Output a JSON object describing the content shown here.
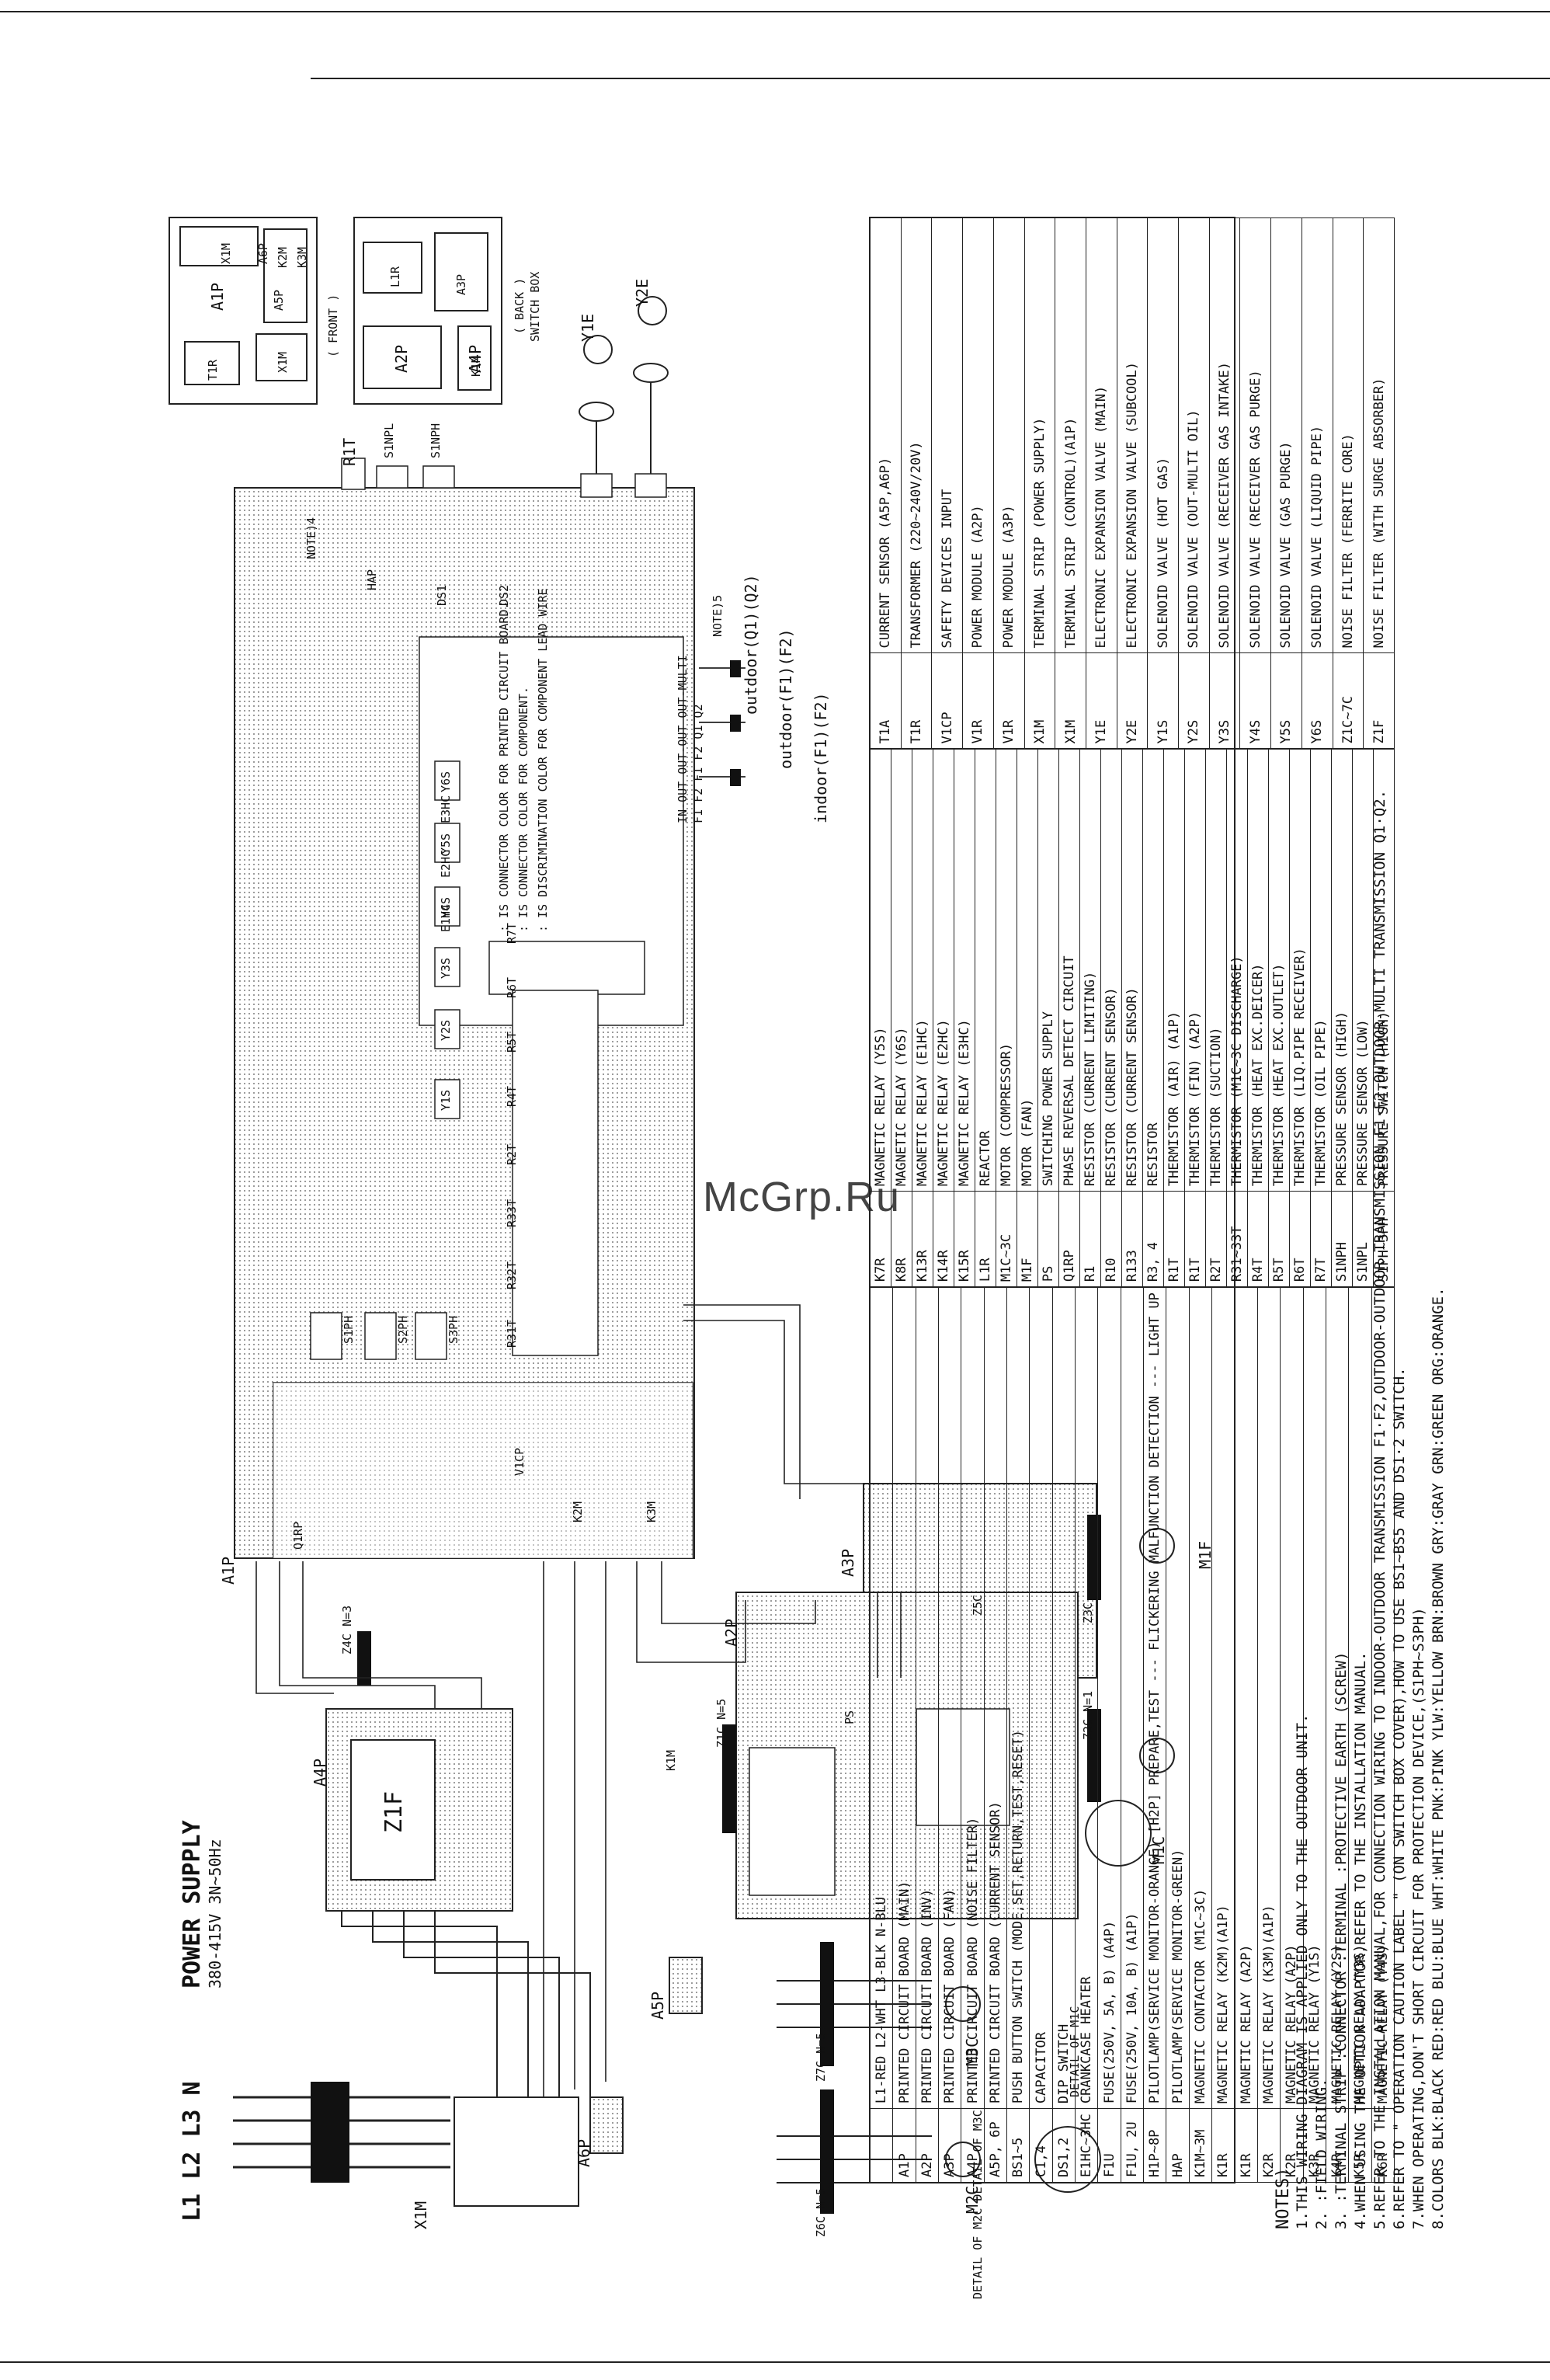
{
  "watermark": "McGrp.Ru",
  "supply": {
    "title": "POWER SUPPLY",
    "spec": "380-415V 3N~50Hz",
    "lines": "L1 L2 L3 N"
  },
  "labels": {
    "a1p": "A1P",
    "a2p": "A2P",
    "a3p": "A3P",
    "a4p": "A4P",
    "a5p": "A5P",
    "a6p": "A6P",
    "z1f": "Z1F",
    "x1m": "X1M",
    "mtf": "M1F",
    "mtc": "M1C",
    "m2c": "M2C",
    "m3c": "M3C",
    "y1e": "Y1E",
    "y2e": "Y2E",
    "r1t": "R1T",
    "s1npl": "S1NPL",
    "s1nph": "S1NPH",
    "ds1": "DS1",
    "ds2": "DS2",
    "k1m": "K1M",
    "k2m": "K2M",
    "k3m": "K3M",
    "q1rp": "Q1RP",
    "v1cp": "V1CP",
    "ps": "PS",
    "hap": "HAP",
    "z4c": "Z4C N=3",
    "z5c": "Z5C",
    "z6c": "Z6C N=5",
    "z7c": "Z7C N=5",
    "z1c": "Z1C N=5",
    "z2c": "Z2C N=1",
    "z3c": "Z3C",
    "indoor": "indoor(F1)(F2)",
    "outdoor1": "outdoor(F1)(F2)",
    "outdoor2": "outdoor(Q1)(Q2)",
    "note4": "NOTE)4",
    "note5": "NOTE)5",
    "x1m_terms": "IN-OUT OUT-OUT OUT-MULTI",
    "x1m_pins": "F1 F2 F1 F2 Q1 Q2",
    "front": "( FRONT )",
    "back": "( BACK )",
    "switchbox": "SWITCH BOX",
    "detail_m1c": "DETAIL OF M1C",
    "detail_m2c": "DETAIL OF M2C DETAIL OF M3C",
    "symbol_note1": ": IS CONNECTOR COLOR FOR PRINTED CIRCUIT BOARD.",
    "symbol_note2": ": IS CONNECTOR COLOR FOR COMPONENT.",
    "symbol_note3": ": IS DISCRIMINATION COLOR FOR COMPONENT LEAD WIRE",
    "wire_red": "RED",
    "wire_wht": "WHT",
    "wire_blk": "BLK",
    "wire_blu": "BLU"
  },
  "box_front": {
    "a1p": "A1P",
    "x1m_a": "X1M",
    "a5p": "A5P",
    "a6p": "A6P",
    "k2m": "K2M",
    "k3m": "K3M",
    "t1r": "T1R",
    "x1m_b": "X1M"
  },
  "box_back": {
    "l1r": "L1R",
    "a3p": "A3P",
    "k1m": "K1M",
    "a2p": "A2P",
    "a4p": "A4P"
  },
  "legend": {
    "header": [
      "L1-RED",
      "L2-WHT",
      "L3-BLK",
      "N-BLU"
    ],
    "col1": [
      [
        "A1P",
        "PRINTED CIRCUIT BOARD (MAIN)"
      ],
      [
        "A2P",
        "PRINTED CIRCUIT BOARD (INV)"
      ],
      [
        "A3P",
        "PRINTED CIRCUIT BOARD (FAN)"
      ],
      [
        "A4P",
        "PRINTED CIRCUIT BOARD (NOISE FILTER)"
      ],
      [
        "A5P, 6P",
        "PRINTED CIRCUIT BOARD (CURRENT SENSOR)"
      ],
      [
        "BS1~5",
        "PUSH BUTTON SWITCH (MODE,SET,RETURN,TEST,RESET)"
      ],
      [
        "C1,4",
        "CAPACITOR"
      ],
      [
        "DS1,2",
        "DIP SWITCH"
      ],
      [
        "E1HC~3HC",
        "CRANKCASE HEATER"
      ],
      [
        "F1U",
        "FUSE(250V, 5A, B) (A4P)"
      ],
      [
        "F1U, 2U",
        "FUSE(250V, 10A, B) (A1P)"
      ],
      [
        "H1P~8P",
        "PILOTLAMP(SERVICE MONITOR-ORANGE) [H2P] PREPARE,TEST --- FLICKERING MALFUNCTION DETECTION --- LIGHT UP"
      ],
      [
        "HAP",
        "PILOTLAMP(SERVICE MONITOR-GREEN)"
      ],
      [
        "K1M~3M",
        "MAGNETIC CONTACTOR (M1C~3C)"
      ],
      [
        "K1R",
        "MAGNETIC RELAY (K2M)(A1P)"
      ],
      [
        "K1R",
        "MAGNETIC RELAY (A2P)"
      ],
      [
        "K2R",
        "MAGNETIC RELAY (K3M)(A1P)"
      ],
      [
        "K2R",
        "MAGNETIC RELAY (A2P)"
      ],
      [
        "K3R",
        "MAGNETIC RELAY (Y1S)"
      ],
      [
        "K4R",
        "MAGNETIC RELAY (Y2S)"
      ],
      [
        "K5R",
        "MAGNETIC RELAY (Y3S)"
      ],
      [
        "K6R",
        "MAGNETIC RELAY (Y4S)"
      ]
    ],
    "col2": [
      [
        "K7R",
        "MAGNETIC RELAY (Y5S)"
      ],
      [
        "K8R",
        "MAGNETIC RELAY (Y6S)"
      ],
      [
        "K13R",
        "MAGNETIC RELAY (E1HC)"
      ],
      [
        "K14R",
        "MAGNETIC RELAY (E2HC)"
      ],
      [
        "K15R",
        "MAGNETIC RELAY (E3HC)"
      ],
      [
        "L1R",
        "REACTOR"
      ],
      [
        "M1C~3C",
        "MOTOR (COMPRESSOR)"
      ],
      [
        "M1F",
        "MOTOR (FAN)"
      ],
      [
        "PS",
        "SWITCHING POWER SUPPLY"
      ],
      [
        "Q1RP",
        "PHASE REVERSAL DETECT CIRCUIT"
      ],
      [
        "R1",
        "RESISTOR (CURRENT LIMITING)"
      ],
      [
        "R10",
        "RESISTOR (CURRENT SENSOR)"
      ],
      [
        "R133",
        "RESISTOR (CURRENT SENSOR)"
      ],
      [
        "R3, 4",
        "RESISTOR"
      ],
      [
        "R1T",
        "THERMISTOR (AIR) (A1P)"
      ],
      [
        "R1T",
        "THERMISTOR (FIN) (A2P)"
      ],
      [
        "R2T",
        "THERMISTOR (SUCTION)"
      ],
      [
        "R31~33T",
        "THERMISTOR (M1C~3C DISCHARGE)"
      ],
      [
        "R4T",
        "THERMISTOR (HEAT EXC.DEICER)"
      ],
      [
        "R5T",
        "THERMISTOR (HEAT EXC.OUTLET)"
      ],
      [
        "R6T",
        "THERMISTOR (LIQ.PIPE RECEIVER)"
      ],
      [
        "R7T",
        "THERMISTOR (OIL PIPE)"
      ],
      [
        "S1NPH",
        "PRESSURE SENSOR (HIGH)"
      ],
      [
        "S1NPL",
        "PRESSURE SENSOR (LOW)"
      ],
      [
        "S1PH~3PH",
        "PRESSURE SWITCH (HIGH)"
      ]
    ],
    "col3": [
      [
        "T1A",
        "CURRENT SENSOR (A5P,A6P)"
      ],
      [
        "T1R",
        "TRANSFORMER (220~240V/20V)"
      ],
      [
        "V1CP",
        "SAFETY DEVICES INPUT"
      ],
      [
        "V1R",
        "POWER MODULE (A2P)"
      ],
      [
        "V1R",
        "POWER MODULE (A3P)"
      ],
      [
        "X1M",
        "TERMINAL STRIP (POWER SUPPLY)"
      ],
      [
        "X1M",
        "TERMINAL STRIP (CONTROL)(A1P)"
      ],
      [
        "Y1E",
        "ELECTRONIC EXPANSION VALVE (MAIN)"
      ],
      [
        "Y2E",
        "ELECTRONIC EXPANSION VALVE (SUBCOOL)"
      ],
      [
        "Y1S",
        "SOLENOID VALVE (HOT GAS)"
      ],
      [
        "Y2S",
        "SOLENOID VALVE (OUT-MULTI OIL)"
      ],
      [
        "Y3S",
        "SOLENOID VALVE (RECEIVER GAS INTAKE)"
      ],
      [
        "Y4S",
        "SOLENOID VALVE (RECEIVER GAS PURGE)"
      ],
      [
        "Y5S",
        "SOLENOID VALVE (GAS PURGE)"
      ],
      [
        "Y6S",
        "SOLENOID VALVE (LIQUID PIPE)"
      ],
      [
        "Z1C~7C",
        "NOISE FILTER (FERRITE CORE)"
      ],
      [
        "Z1F",
        "NOISE FILTER (WITH SURGE ABSORBER)"
      ]
    ]
  },
  "notes": {
    "heading": "NOTES)",
    "items": [
      "1.THIS WIRING DIAGRAM IS APPLIED ONLY TO THE OUTDOOR UNIT.",
      "2.     :FIELD WIRING.",
      "3.     :TERMINAL STRIP  :CONNECTOR  :TERMINAL  :PROTECTIVE EARTH (SCREW)",
      "4.WHEN USING THE OPTION ADAPTOR,REFER TO THE INSTALLATION MANUAL.",
      "5.REFER TO THE INSTALLATION MANUAL,FOR CONNECTION WIRING TO INDOOR-OUTDOOR TRANSMISSION F1·F2,OUTDOOR-OUTDOOR TRANSMISSION F1·F2,OUTDOOR-MULTI TRANSMISSION Q1·Q2.",
      "6.REFER TO \" OPERATION CAUTION LABEL \" (ON SWITCH BOX COVER),HOW TO USE BS1~BS5 AND DS1·2 SWITCH.",
      "7.WHEN OPERATING,DON'T SHORT CIRCUIT FOR PROTECTION DEVICE,(S1PH~S3PH)",
      "8.COLORS BLK:BLACK RED:RED BLU:BLUE WHT:WHITE PNK:PINK YLW:YELLOW BRN:BROWN GRY:GRAY GRN:GREEN ORG:ORANGE."
    ]
  },
  "valves": [
    "Y1S",
    "Y2S",
    "Y3S",
    "Y4S",
    "Y5S",
    "Y6S"
  ],
  "thermistors": [
    "R31T",
    "R32T",
    "R33T",
    "R2T",
    "R4T",
    "R5T",
    "R6T",
    "R7T"
  ],
  "heaters": [
    "E1HC",
    "E2HC",
    "E3HC"
  ],
  "pressure_switches": [
    "S1PH",
    "S2PH",
    "S3PH"
  ]
}
